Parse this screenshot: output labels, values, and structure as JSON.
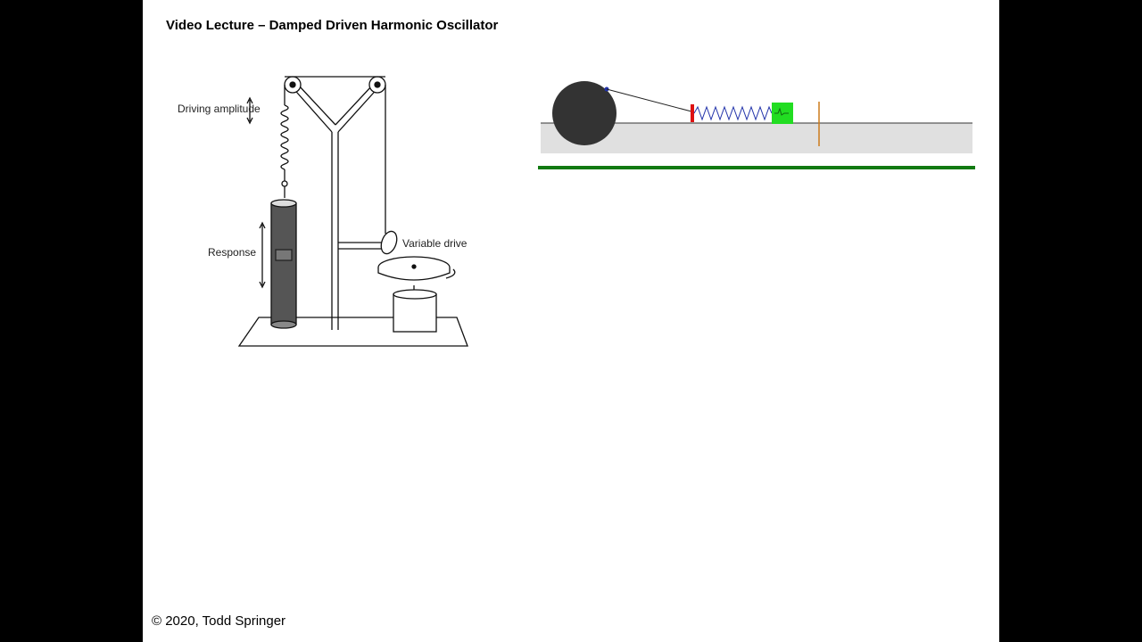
{
  "slide": {
    "title": "Video Lecture – Damped Driven Harmonic Oscillator",
    "copyright": "© 2020, Todd Springer"
  },
  "apparatus": {
    "labels": {
      "driving_amplitude": "Driving amplitude",
      "response": "Response",
      "variable_drive": "Variable drive"
    }
  },
  "simulation": {
    "colors": {
      "wheel": "#333333",
      "track": "#e0e0e0",
      "ground": "#117a11",
      "mass": "#22dd22",
      "anchor": "#dd1111",
      "spring": "#2233aa",
      "marker": "#cc7a1a"
    }
  }
}
